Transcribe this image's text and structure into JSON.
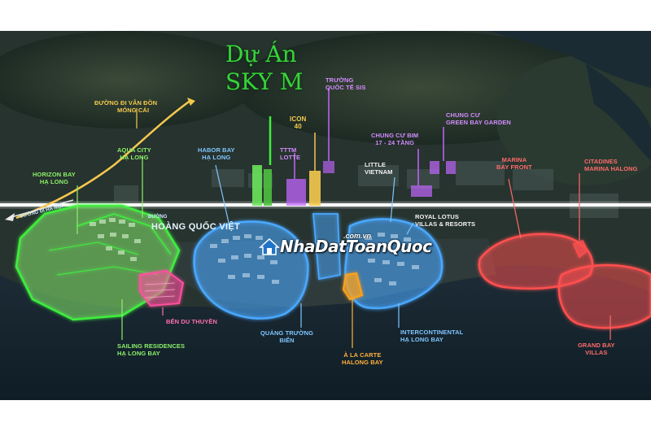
{
  "project": {
    "title_line1": "Dự Án",
    "title_line2": "SKY M"
  },
  "labels": {
    "road_van_don": [
      "ĐƯỜNG ĐI VÂN ĐỒN",
      "MÓNG CÁI"
    ],
    "aqua_city": [
      "AQUA CITY",
      "HẠ LONG"
    ],
    "horizon_bay": [
      "HORIZON BAY",
      "HẠ LONG"
    ],
    "road_ha_noi": "ĐƯỜNG ĐI HÀ NỘI",
    "habor_bay": [
      "HABOR BAY",
      "HẠ LONG"
    ],
    "road_hqv_prefix": "ĐƯỜNG",
    "road_hqv": "HOÀNG QUỐC VIỆT",
    "icon40": [
      "ICON",
      "40"
    ],
    "tttm_lotte": [
      "TTTM",
      "LOTTE"
    ],
    "truong_sis": [
      "TRƯỜNG",
      "QUỐC TẾ SIS"
    ],
    "chung_cu_bim": [
      "CHUNG CƯ BIM",
      "17 - 24 TẦNG"
    ],
    "green_bay": [
      "CHUNG CƯ",
      "GREEN BAY GARDEN"
    ],
    "little_vietnam": [
      "LITTLE",
      "VIETNAM"
    ],
    "royal_lotus": [
      "ROYAL LOTUS",
      "VILLAS & RESORTS"
    ],
    "marina_bay": [
      "MARINA",
      "BAY FRONT"
    ],
    "citadines": [
      "CITADINES",
      "MARINA HALONG"
    ],
    "ben_du_thuyen": "BẾN DU THUYỀN",
    "sailing_residences": [
      "SAILING RESIDENCES",
      "HẠ LONG BAY"
    ],
    "quang_truong": [
      "QUẢNG TRƯỜNG",
      "BIỂN"
    ],
    "a_la_carte": [
      "À LA CARTE",
      "HALONG BAY"
    ],
    "intercontinental": [
      "INTERCONTINENTAL",
      "HẠ LONG BAY"
    ],
    "grand_bay": [
      "GRAND BAY",
      "VILLAS"
    ]
  },
  "watermark": {
    "brand": "NhaDatToanQuoc",
    "domain": ".com.vn"
  },
  "colors": {
    "green": "#3cf03c",
    "blue": "#4aa8ff",
    "purple": "#c266ff",
    "pink": "#ff4fa0",
    "orange": "#ffa21a",
    "red": "#ff5050",
    "yellow": "#f5c94e"
  }
}
